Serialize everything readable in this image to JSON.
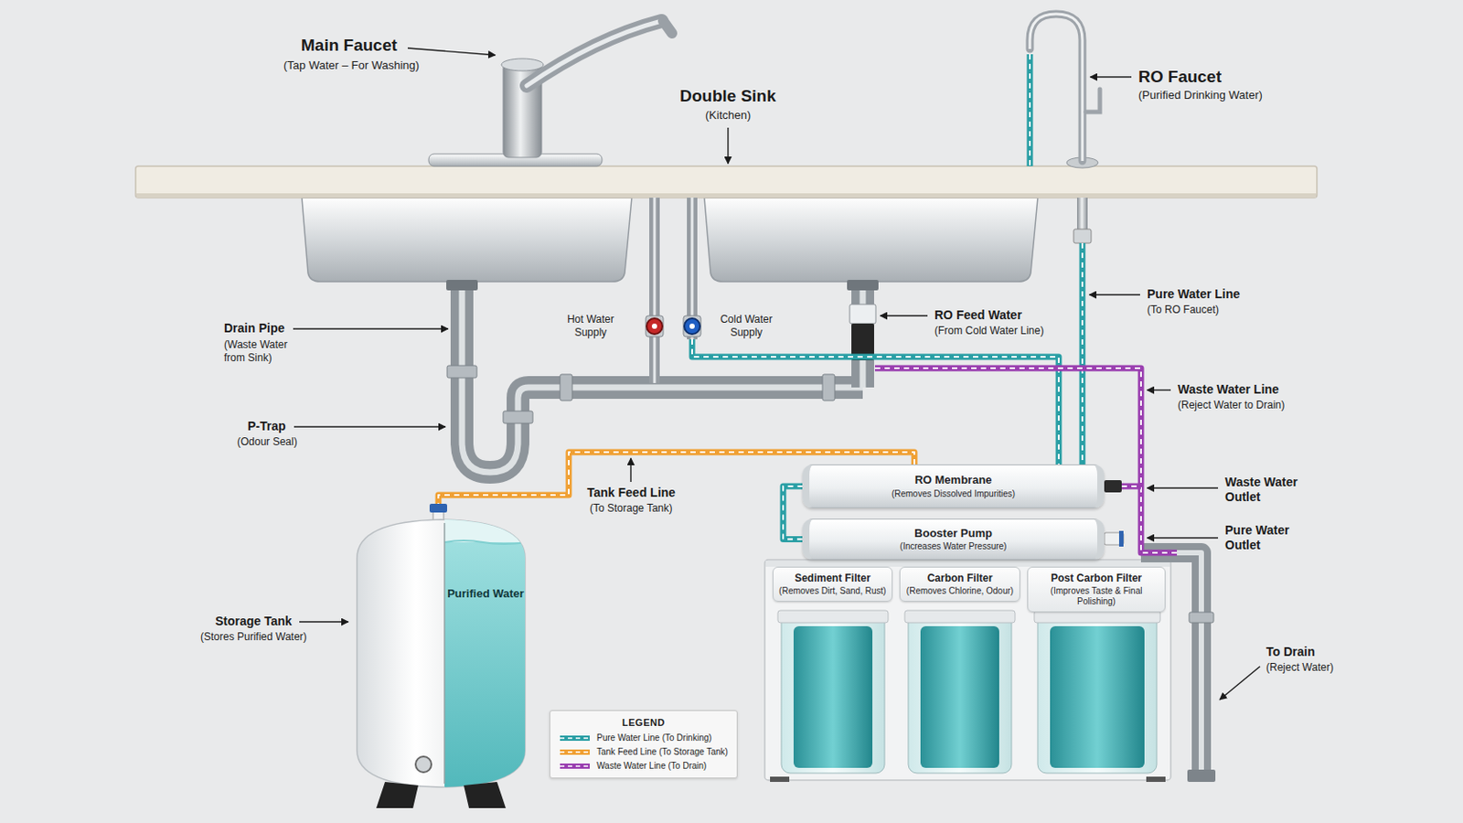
{
  "diagram": {
    "nodes": [
      {
        "text": [
          "RO Membrane",
          "(Removes Dissolved Impurities)"
        ]
      },
      {
        "text": [
          "Booster Pump",
          "(Increases Water Pressure)"
        ]
      },
      {
        "text": [
          "Sediment Filter",
          "(Removes Dirt, Sand, Rust)"
        ]
      },
      {
        "text": [
          "Carbon Filter",
          "(Removes Chlorine, Odour)"
        ]
      },
      {
        "text": [
          "Post Carbon Filter",
          "(Improves Taste & Final Polishing)"
        ]
      },
      {
        "text": [
          "Purified Water"
        ]
      }
    ],
    "edges": [
      {
        "from": 1,
        "to": 0,
        "arrow": "none"
      },
      {
        "from": 0,
        "to": 5,
        "arrow": "none"
      }
    ],
    "labels": [
      "Main Faucet",
      "(Tap Water – For Washing)",
      "Double Sink",
      "(Kitchen)",
      "RO Faucet",
      "(Purified Drinking Water)",
      "Drain Pipe",
      "(Waste Water from Sink)",
      "Hot Water Supply",
      "Cold Water Supply",
      "RO Feed Water",
      "(From Cold Water Line)",
      "Pure Water Line",
      "(To RO Faucet)",
      "Waste Water Line",
      "(Reject Water to Drain)",
      "P-Trap",
      "(Odour Seal)",
      "Tank Feed Line",
      "(To Storage Tank)",
      "Waste Water Outlet",
      "Pure Water Outlet",
      "Storage Tank",
      "(Stores Purified Water)",
      "To Drain",
      "(Reject Water)",
      "LEGEND"
    ],
    "legend": [
      {
        "text": "Pure Water Line (To Drinking)"
      },
      {
        "text": "Tank Feed Line (To Storage Tank)"
      },
      {
        "text": "Waste Water Line (To Drain)"
      }
    ]
  }
}
